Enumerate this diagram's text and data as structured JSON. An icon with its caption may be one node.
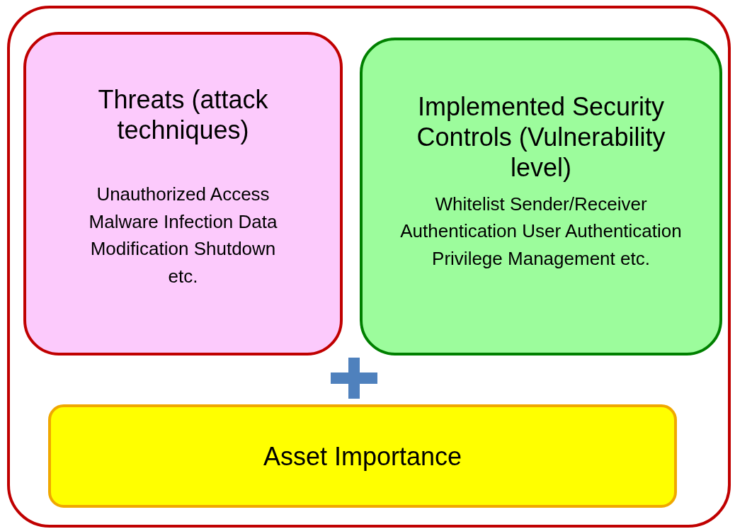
{
  "diagram": {
    "nodes": [
      {
        "text": [],
        "shape": "box"
      },
      {
        "text": [
          "Threats (attack techniques)",
          "Unauthorized Access Malware Infection Data Modification Shutdown etc."
        ],
        "in": 0
      },
      {
        "text": [
          "Implemented Security Controls (Vulnerability level)",
          "Whitelist Sender/Receiver Authentication User Authentication Privilege Management etc."
        ],
        "in": 0
      },
      {
        "text": [
          "Asset Importance"
        ],
        "in": 0
      }
    ]
  }
}
